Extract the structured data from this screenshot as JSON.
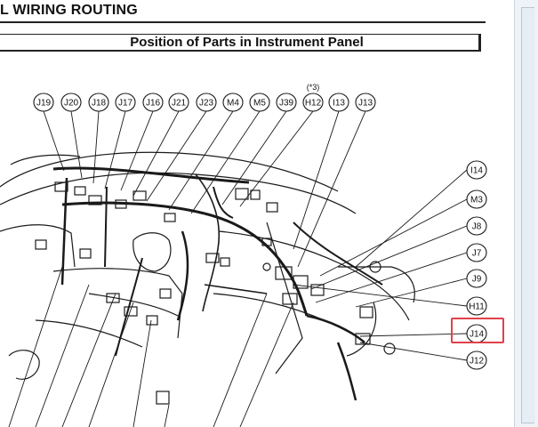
{
  "header": {
    "title": "L WIRING ROUTING",
    "section_title": "Position of Parts in Instrument Panel"
  },
  "diagram": {
    "note": "(*3)",
    "top_connectors": [
      "J19",
      "J20",
      "J18",
      "J17",
      "J16",
      "J21",
      "J23",
      "M4",
      "M5",
      "J39",
      "H12",
      "I13",
      "J13"
    ],
    "right_connectors": [
      "I14",
      "M3",
      "J8",
      "J7",
      "J9",
      "H11",
      "J14",
      "J12"
    ],
    "highlighted_connector": "J14",
    "highlight_color": "#e0414b",
    "line_color": "#1a1a1a"
  }
}
